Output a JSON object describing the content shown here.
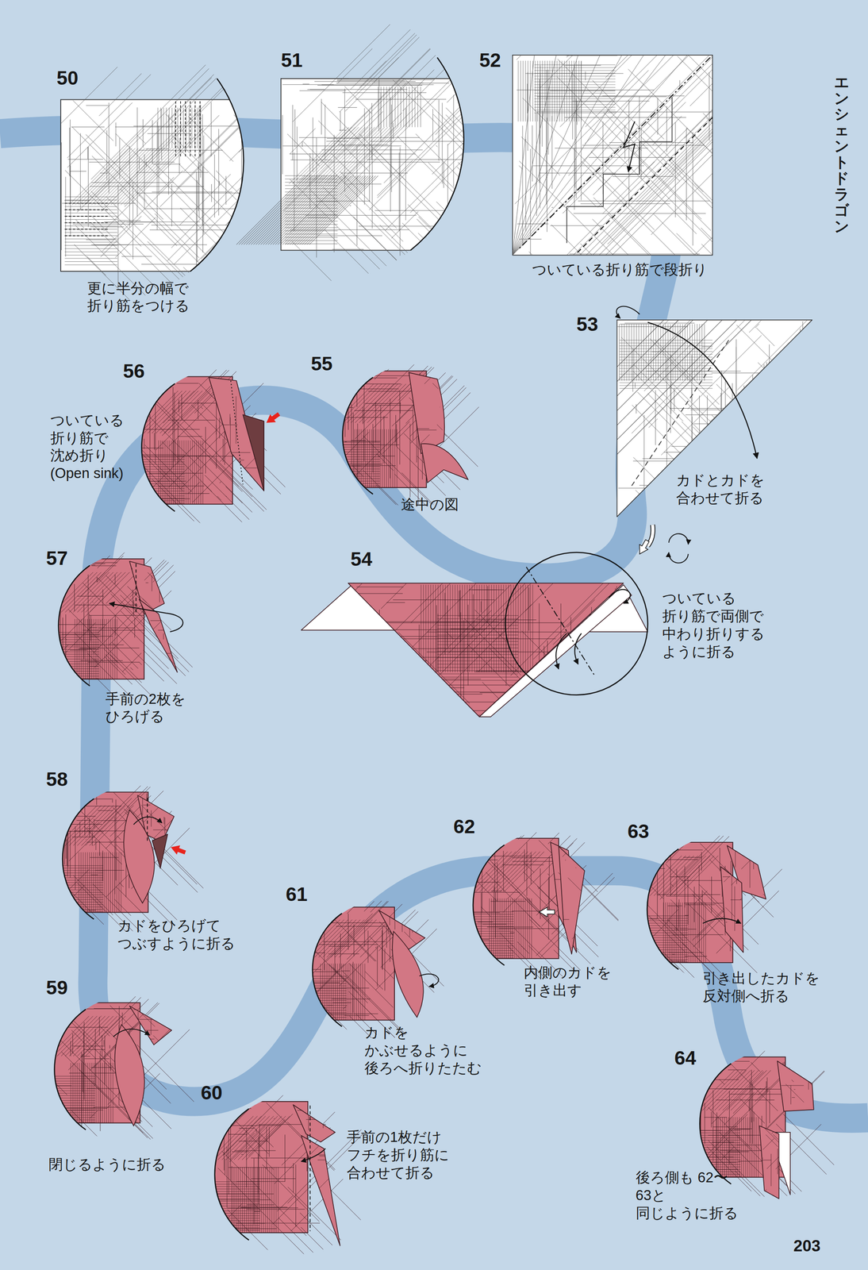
{
  "diagram": {
    "title": "エンシェントドラゴン",
    "labels": [
      "50",
      "更に半分の幅で 折り筋をつける",
      "51",
      "52",
      "ついている折り筋で段折り",
      "53",
      "カドとカドを 合わせて折る",
      "56",
      "ついている 折り筋で 沈め折り (Open sink)",
      "55",
      "途中の図",
      "54",
      "ついている 折り筋で両側で 中わり折りする ように折る",
      "57",
      "手前の2枚を ひろげる",
      "58",
      "カドをひろげて つぶすように折る",
      "59",
      "閉じるように折る",
      "60",
      "手前の1枚だけ フチを折り筋に 合わせて折る",
      "61",
      "カドを かぶせるように 後ろへ折りたたむ",
      "62",
      "内側のカドを 引き出す",
      "63",
      "引き出したカドを 反対側へ折る",
      "64",
      "後ろ側も 62〜63と 同じように折る",
      "203"
    ]
  }
}
